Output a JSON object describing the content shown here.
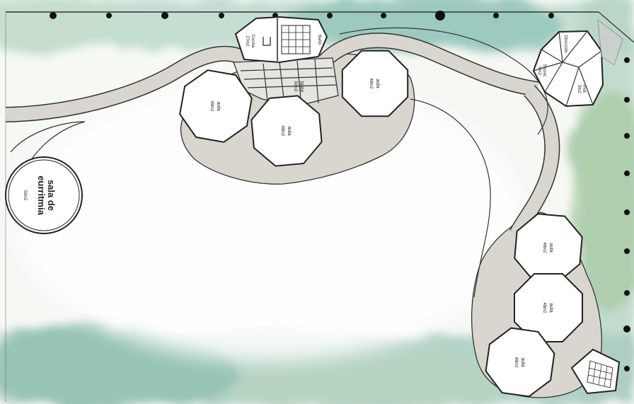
{
  "plan": {
    "colors": {
      "watercolor": "#cfe3d4",
      "watercolor_dark": "#7fb8ac",
      "paving": "#d9d6d0",
      "building_fill": "#ffffff",
      "outline": "#222222"
    },
    "rooms": {
      "eurythmy_line1": "sala de",
      "eurythmy_line2": "eurritmia",
      "eurythmy_area": "50m2",
      "classroom_label": "aula",
      "classroom_area": "48m2",
      "multiuse_label": "SUM",
      "multiuse_area": "50m2",
      "kitchen_label": "Cocina",
      "kitchen_area": "27m2",
      "bathroom_label": "Baño",
      "office_label": "Dirección",
      "admin_label": "Secret.",
      "teacher_label": "Prof.",
      "sec_area": "9m2"
    }
  }
}
